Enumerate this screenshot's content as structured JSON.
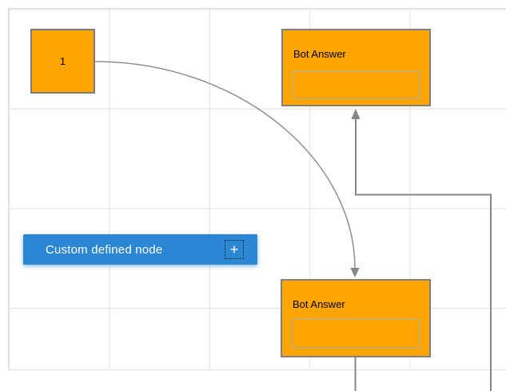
{
  "canvas": {
    "background": "#ffffff",
    "grid_line_color": "#e0e0e0"
  },
  "nodes": {
    "number_node": {
      "label": "1",
      "fill": "#ffa500",
      "border": "#7a7a7a"
    },
    "bot_answer_top": {
      "title": "Bot Answer",
      "fill": "#ffa500",
      "border": "#808080"
    },
    "bot_answer_bottom": {
      "title": "Bot Answer",
      "fill": "#ffa500",
      "border": "#808080"
    },
    "custom_node": {
      "label": "Custom defined node",
      "fill": "#2b87d3",
      "text_color": "#ffffff",
      "add_button_glyph": "+"
    }
  },
  "connectors": {
    "color": "#878787"
  }
}
